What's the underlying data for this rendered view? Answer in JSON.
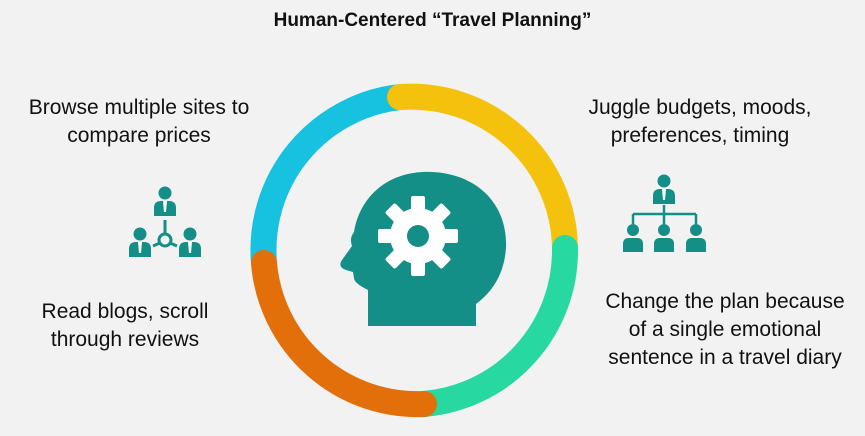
{
  "title": "Human-Centered “Travel Planning”",
  "items": {
    "top_left": [
      "Browse multiple sites to",
      "compare prices"
    ],
    "top_right": [
      "Juggle budgets, moods,",
      "preferences, timing"
    ],
    "bottom_left": [
      "Read blogs, scroll",
      "through reviews"
    ],
    "bottom_right": [
      "Change the plan because",
      "of a single emotional",
      "sentence in a travel diary"
    ]
  },
  "colors": {
    "ring_top_left": "#17c1e0",
    "ring_top_right": "#f4c20d",
    "ring_bottom_right": "#27d8a0",
    "ring_bottom_left": "#e36f0a",
    "icon_teal": "#138f88",
    "background": "#f2f2f2"
  },
  "icons": {
    "center": "head-gear-icon",
    "left": "people-network-icon",
    "right": "org-hierarchy-icon"
  }
}
